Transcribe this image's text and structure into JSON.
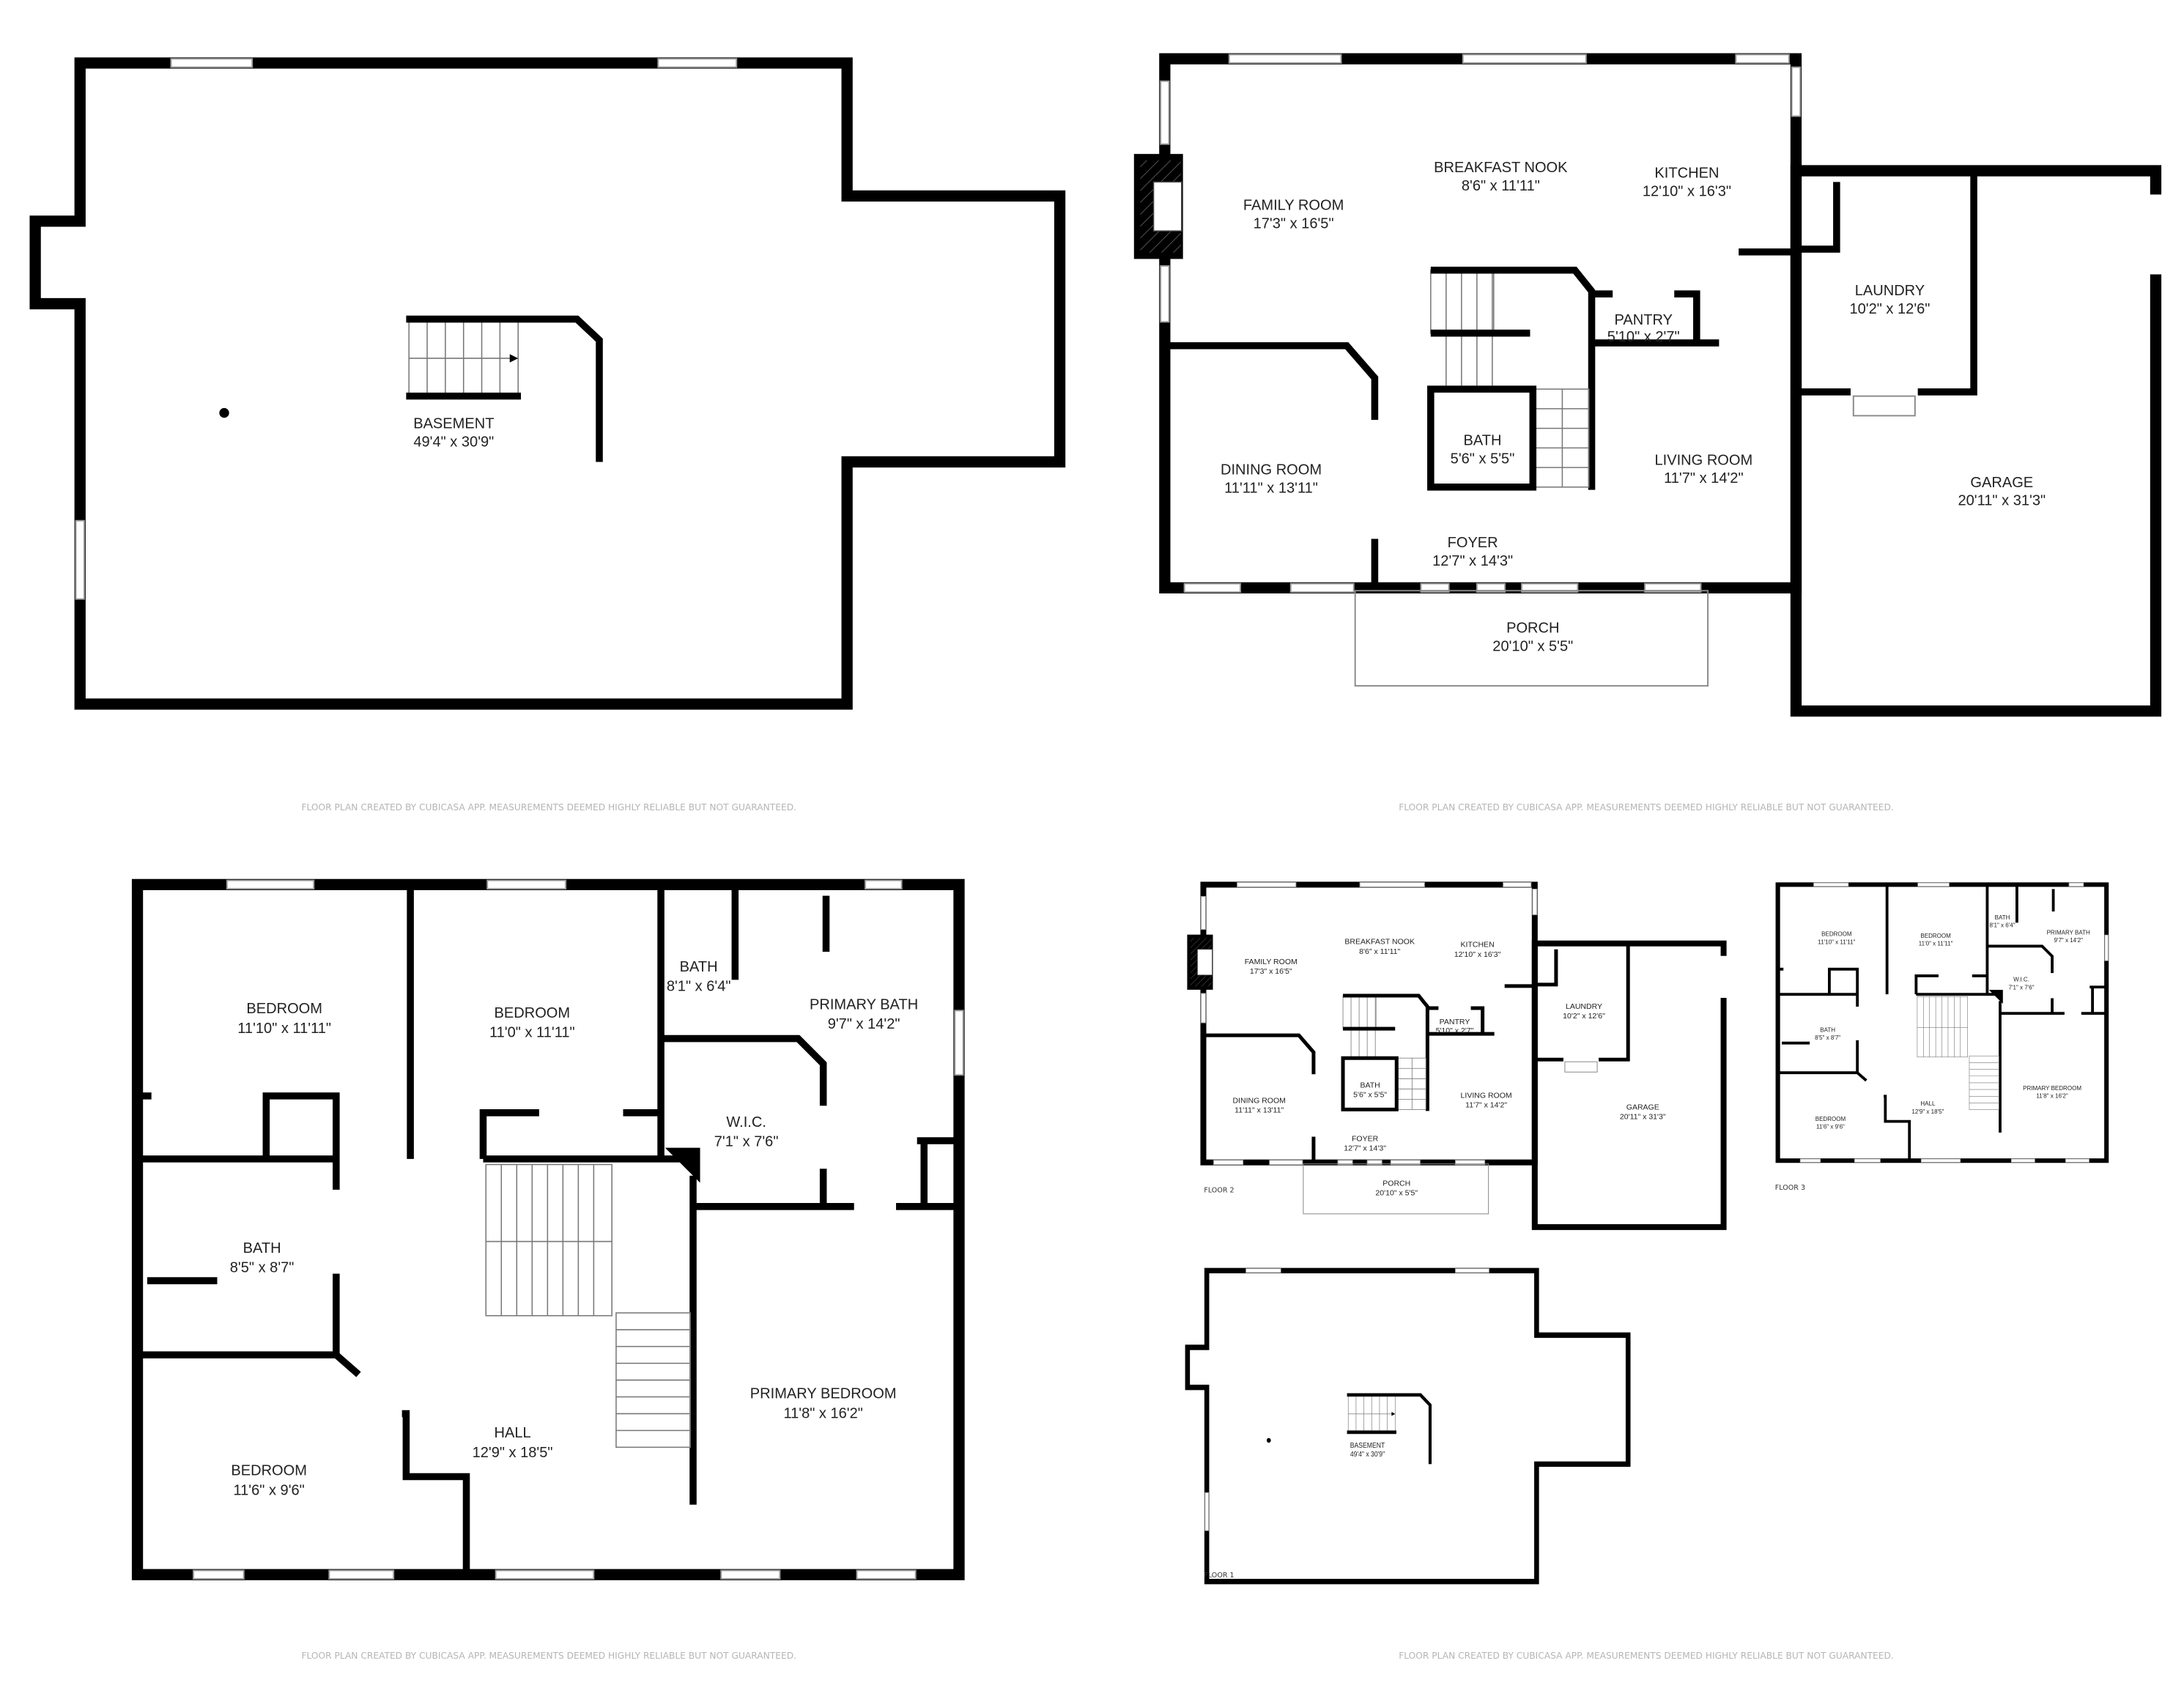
{
  "disclaimer": "FLOOR PLAN CREATED BY CUBICASA APP. MEASUREMENTS DEEMED HIGHLY RELIABLE BUT NOT GUARANTEED.",
  "floor1": {
    "label": "FLOOR 1",
    "rooms": [
      {
        "name": "BASEMENT",
        "dims": "49'4\" x 30'9\""
      }
    ]
  },
  "floor2": {
    "label": "FLOOR 2",
    "rooms": [
      {
        "name": "FAMILY ROOM",
        "dims": "17'3\" x 16'5\""
      },
      {
        "name": "BREAKFAST NOOK",
        "dims": "8'6\" x 11'11\""
      },
      {
        "name": "KITCHEN",
        "dims": "12'10\" x 16'3\""
      },
      {
        "name": "PANTRY",
        "dims": "5'10\" x 2'7\""
      },
      {
        "name": "LAUNDRY",
        "dims": "10'2\" x 12'6\""
      },
      {
        "name": "BATH",
        "dims": "5'6\" x 5'5\""
      },
      {
        "name": "DINING ROOM",
        "dims": "11'11\" x 13'11\""
      },
      {
        "name": "LIVING ROOM",
        "dims": "11'7\" x 14'2\""
      },
      {
        "name": "FOYER",
        "dims": "12'7\" x 14'3\""
      },
      {
        "name": "PORCH",
        "dims": "20'10\" x 5'5\""
      },
      {
        "name": "GARAGE",
        "dims": "20'11\" x 31'3\""
      }
    ]
  },
  "floor3": {
    "label": "FLOOR 3",
    "rooms": [
      {
        "name": "BEDROOM",
        "dims": "11'10\" x 11'11\""
      },
      {
        "name": "BEDROOM",
        "dims": "11'0\" x 11'11\""
      },
      {
        "name": "BATH",
        "dims": "8'1\" x 6'4\""
      },
      {
        "name": "PRIMARY BATH",
        "dims": "9'7\" x 14'2\""
      },
      {
        "name": "W.I.C.",
        "dims": "7'1\" x 7'6\""
      },
      {
        "name": "BATH",
        "dims": "8'5\" x 8'7\""
      },
      {
        "name": "HALL",
        "dims": "12'9\" x 18'5\""
      },
      {
        "name": "BEDROOM",
        "dims": "11'6\" x 9'6\""
      },
      {
        "name": "PRIMARY BEDROOM",
        "dims": "11'8\" x 16'2\""
      }
    ]
  }
}
